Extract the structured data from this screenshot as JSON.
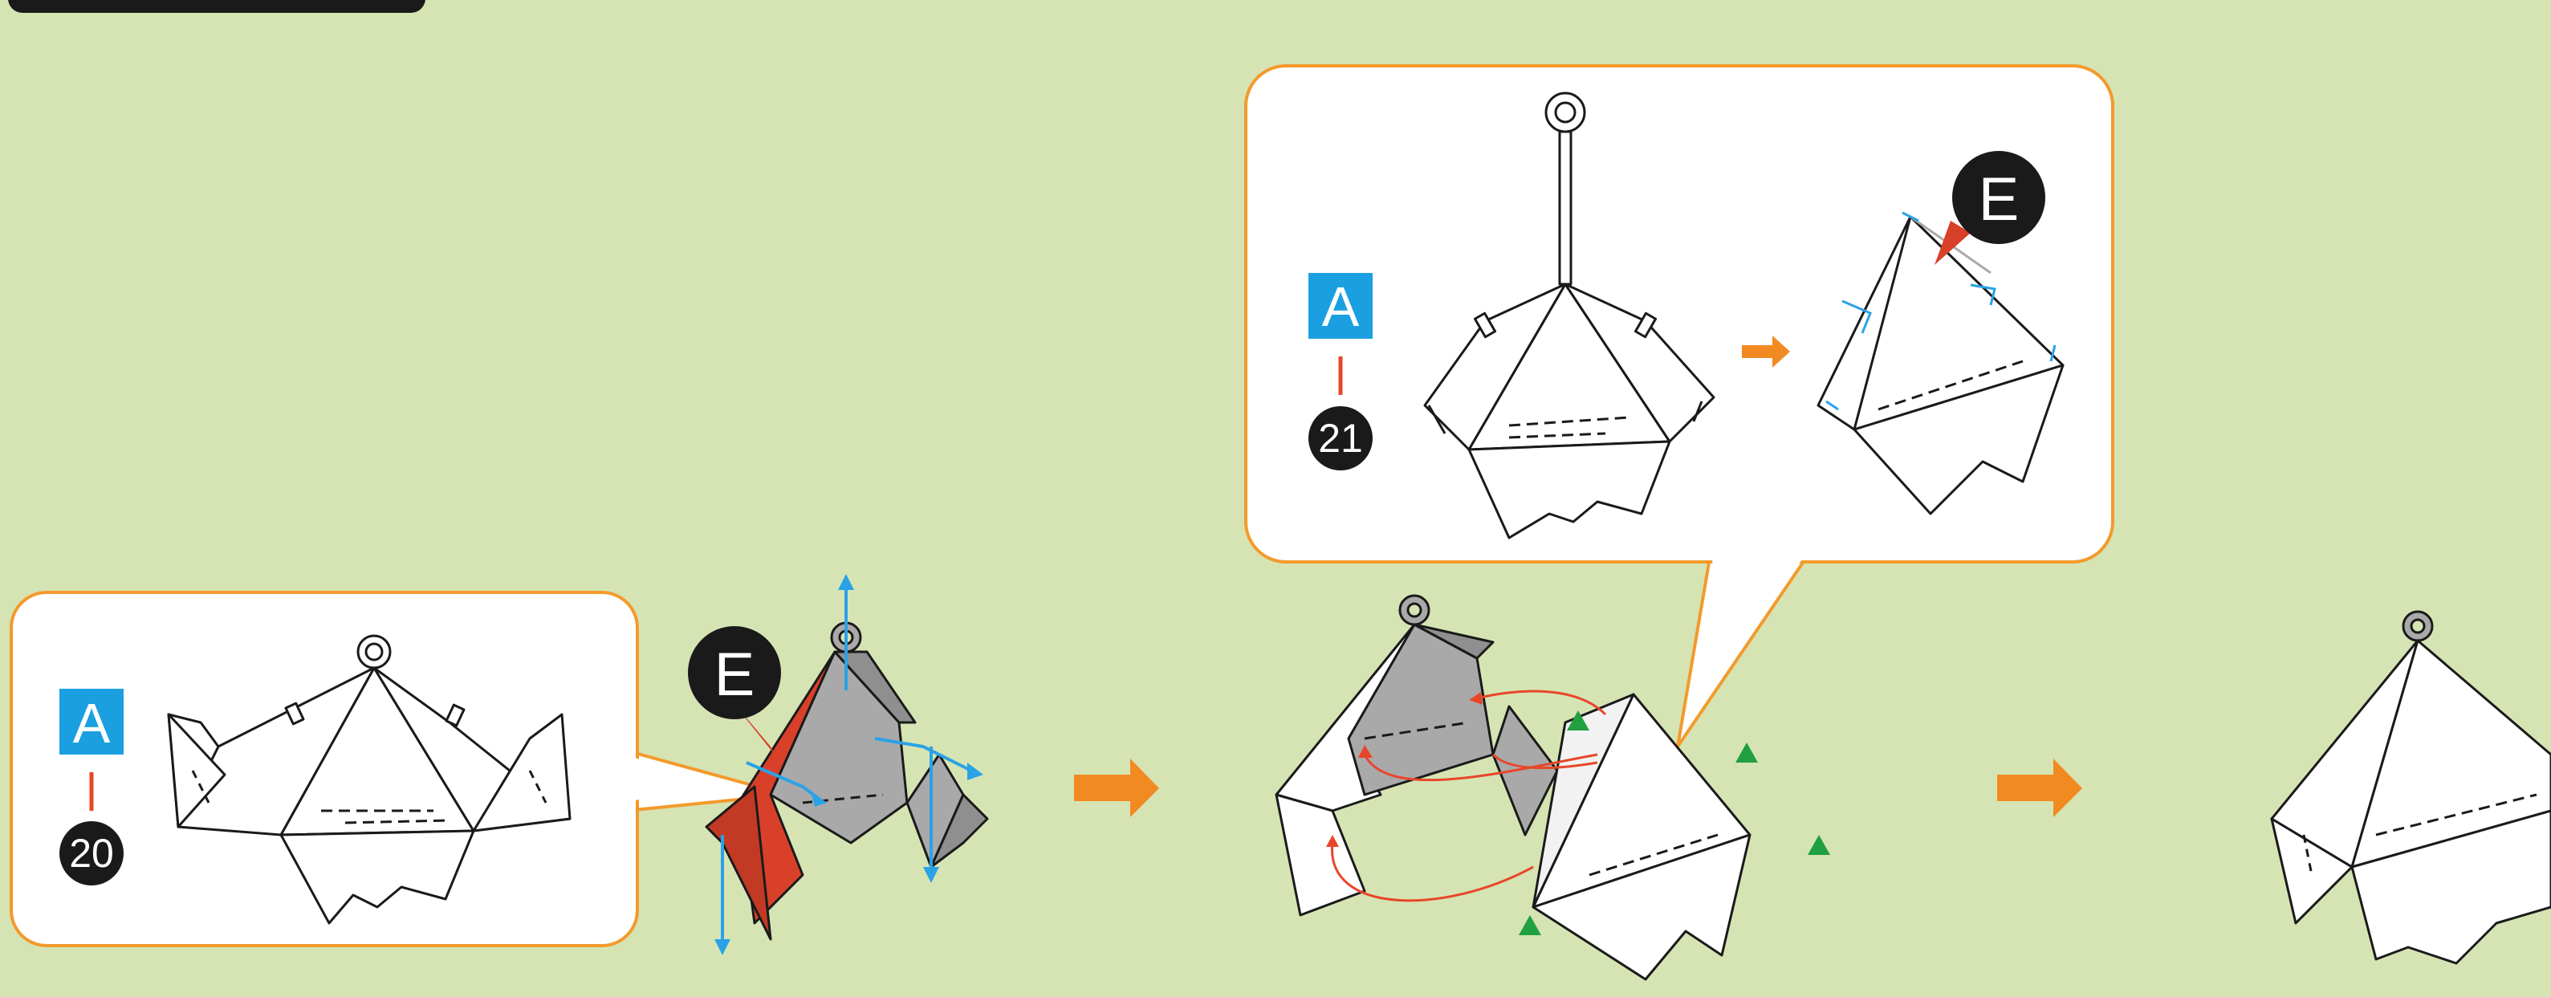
{
  "colors": {
    "background": "#d6e4b4",
    "callout_border": "#f39a2c",
    "callout_fill": "#ffffff",
    "step_arrow": "#f28a22",
    "part_badge": "#1aa0e0",
    "step_badge": "#1a1a1a",
    "connector_line": "#e8462a",
    "red_part": "#d9402a",
    "gray_part": "#a9a9a9",
    "blue_arrow": "#2aa2e6",
    "green_marker": "#20a040"
  },
  "callout_left": {
    "part_letter": "A",
    "step_number": "20"
  },
  "callout_top": {
    "part_letter": "A",
    "step_number": "21",
    "piece_letter": "E"
  },
  "assembly_step1": {
    "piece_letter": "E"
  },
  "icons": [
    "arrow-right-icon",
    "triangle-marker-icon",
    "eyelet-hanger-icon"
  ]
}
